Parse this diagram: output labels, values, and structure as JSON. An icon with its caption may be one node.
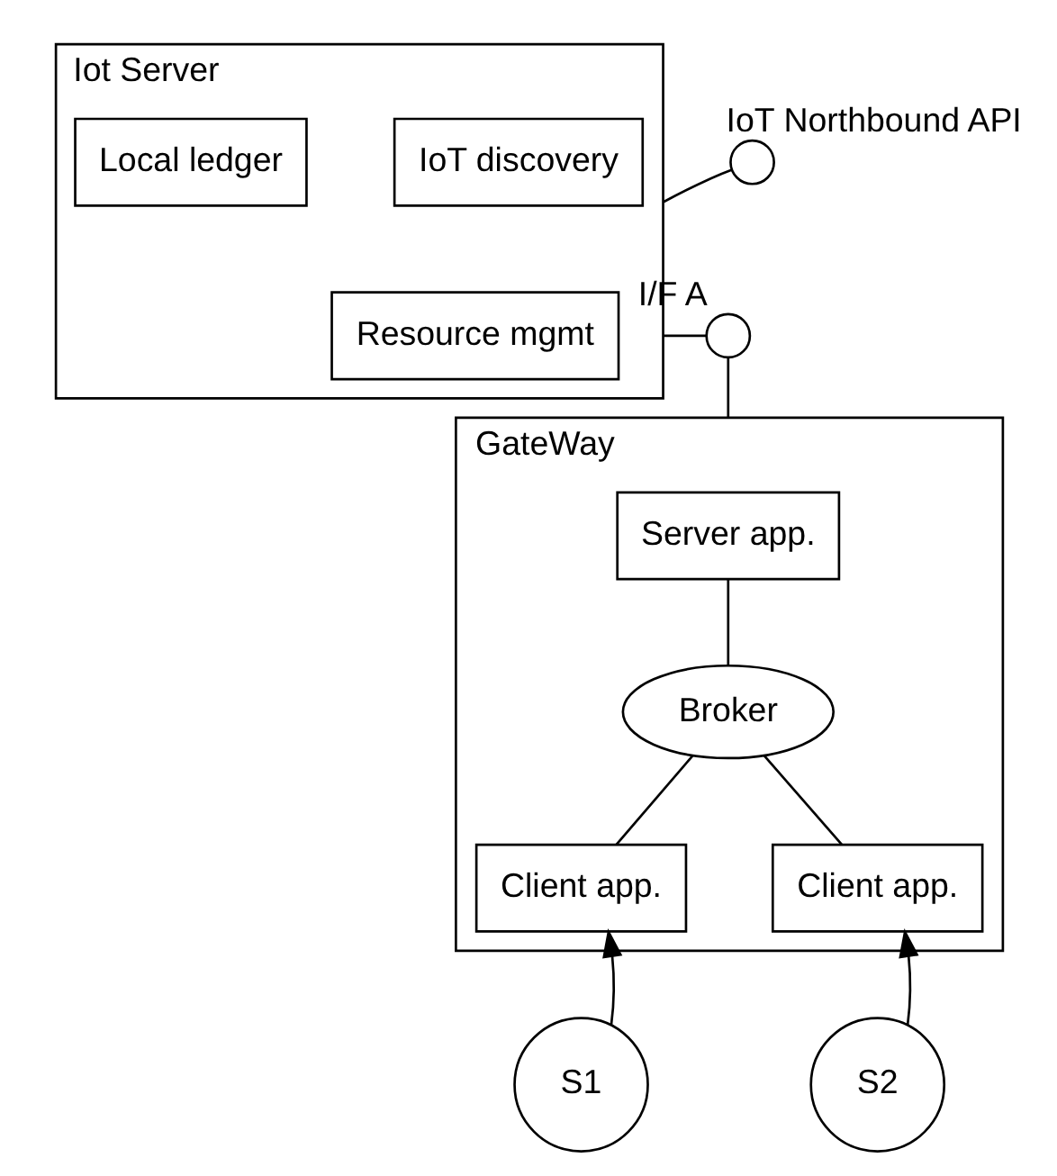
{
  "diagram": {
    "nodes": [
      {
        "text": [
          "Iot Server"
        ]
      },
      {
        "text": [
          "Resource mgmt"
        ],
        "in": 0
      },
      {
        "text": [
          "IoT discovery"
        ],
        "in": 0
      },
      {
        "text": [
          "Local ledger"
        ],
        "in": 0
      },
      {
        "text": [
          "GateWay"
        ]
      },
      {
        "text": [
          "Server app."
        ],
        "in": 4
      },
      {
        "text": [
          "Broker"
        ],
        "in": 4
      },
      {
        "text": [
          "Client app."
        ],
        "in": 4
      },
      {
        "text": [
          "Client app."
        ],
        "in": 4
      },
      {
        "text": [
          "S1"
        ]
      },
      {
        "text": [
          "S2"
        ]
      },
      {
        "text": [],
        "shape": "circle",
        "beside": [
          "IoT Northbound API"
        ]
      },
      {
        "text": [],
        "shape": "circle",
        "beside": [
          "I/F A"
        ]
      }
    ],
    "edges": [
      {
        "from": 0,
        "to": 11,
        "arrow": "none"
      },
      {
        "from": 0,
        "to": 12,
        "arrow": "none"
      },
      {
        "from": 12,
        "to": 4,
        "arrow": "none"
      },
      {
        "from": 5,
        "to": 6,
        "arrow": "none"
      },
      {
        "from": 6,
        "to": 7,
        "arrow": "none"
      },
      {
        "from": 6,
        "to": 8,
        "arrow": "none"
      },
      {
        "from": 9,
        "to": 7,
        "arrow": "to"
      },
      {
        "from": 10,
        "to": 8,
        "arrow": "to"
      }
    ]
  }
}
